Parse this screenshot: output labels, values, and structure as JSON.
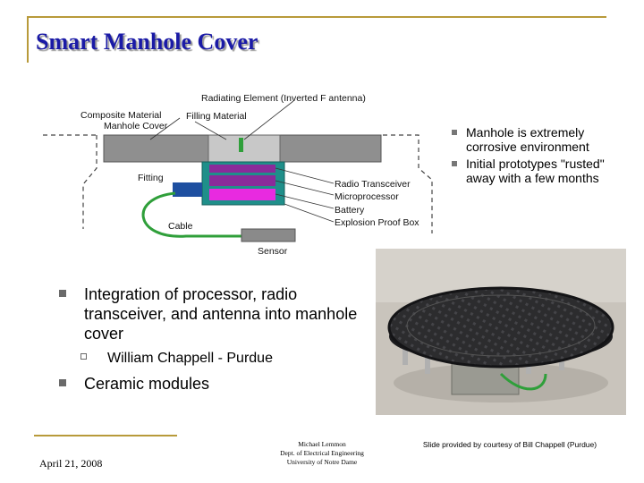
{
  "slide": {
    "title": "Smart Manhole Cover",
    "date": "April 21, 2008",
    "author_lines": [
      "Michael Lemmon",
      "Dept. of Electrical Engineering",
      "University of Notre Dame"
    ],
    "credit": "Slide provided by courtesy of Bill Chappell (Purdue)"
  },
  "diagram": {
    "labels": {
      "radiating_element": "Radiating Element (Inverted F antenna)",
      "composite_line1": "Composite Material",
      "composite_line2": "Manhole Cover",
      "filling": "Filling Material",
      "fitting": "Fitting",
      "radio": "Radio Transceiver",
      "microprocessor": "Microprocessor",
      "battery": "Battery",
      "explosion_box": "Explosion Proof Box",
      "cable": "Cable",
      "sensor": "Sensor"
    }
  },
  "right_bullets": [
    "Manhole is extremely corrosive environment",
    "Initial prototypes \"rusted\" away with a few months"
  ],
  "main_bullets": {
    "first": "Integration of processor, radio transceiver, and antenna into manhole cover",
    "sub": "William Chappell - Purdue",
    "second": "Ceramic modules"
  },
  "colors": {
    "title": "#1a1aa6",
    "accent_line": "#b89a3a",
    "box_fill": "#1f8f8a",
    "module_purple": "#8a2b9a",
    "module_magenta": "#e82ae0",
    "cable": "#2f9f3a"
  }
}
